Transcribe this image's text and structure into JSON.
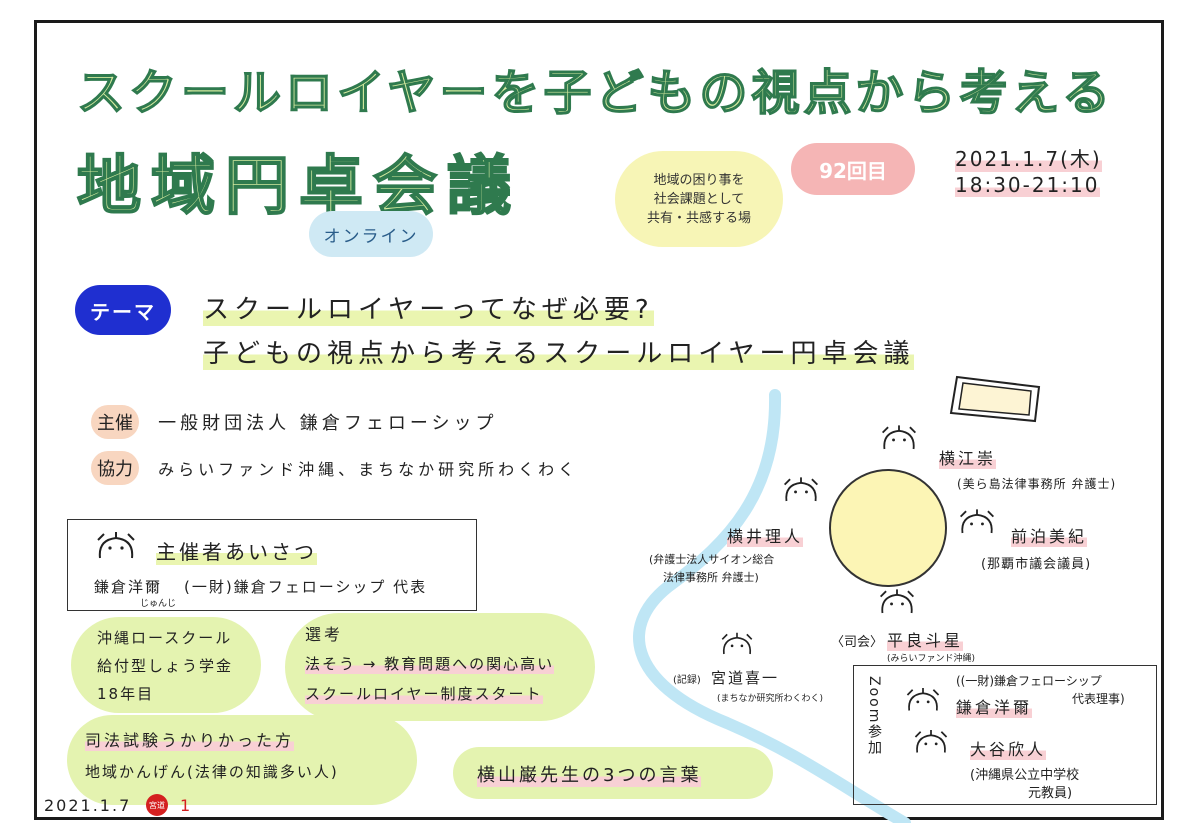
{
  "header": {
    "title_line1": "スクールロイヤーを子どもの視点から考える",
    "title_line2": "地域円卓会議",
    "online_label": "オンライン",
    "note_lines": [
      "地域の困り事を",
      "社会課題として",
      "共有・共感する場"
    ],
    "count_label": "92回目",
    "date": "2021.1.7(木)",
    "time": "18:30-21:10"
  },
  "theme": {
    "badge": "テーマ",
    "line1": "スクールロイヤーってなぜ必要?",
    "line2": "子どもの視点から考えるスクールロイヤー円卓会議"
  },
  "organizers": {
    "host_label": "主催",
    "host": "一般財団法人 鎌倉フェローシップ",
    "coop_label": "協力",
    "coop": "みらいファンド沖縄、まちなか研究所わくわく"
  },
  "greeting": {
    "title": "主催者あいさつ",
    "name": "鎌倉洋爾",
    "ruby": "じゅんじ",
    "role": "(一財)鎌倉フェローシップ 代表"
  },
  "notes": {
    "scholarship_lines": [
      "沖縄ロースクール",
      "給付型しょう学金",
      "18年目"
    ],
    "selection_title": "選考",
    "selection_line1": "法そう → 教育問題への関心高い",
    "selection_line2": "スクールロイヤー制度スタート",
    "exam_line1": "司法試験うかりかった方",
    "exam_line2": "地域かんげん(法律の知識多い人)",
    "yokoyama": "横山巌先生の3つの言葉"
  },
  "roundtable": {
    "participants": [
      {
        "name": "横江崇",
        "affil": "(美ら島法律事務所 弁護士)"
      },
      {
        "name": "前泊美紀",
        "affil": "(那覇市議会議員)"
      },
      {
        "name": "横井理人",
        "affil1": "(弁護士法人サイオン総合",
        "affil2": "法律事務所 弁護士)"
      },
      {
        "name": "平良斗星",
        "role": "〈司会〉",
        "affil": "(みらいファンド沖縄)"
      },
      {
        "name": "宮道喜一",
        "role": "(記録)",
        "affil": "(まちなか研究所わくわく)"
      }
    ]
  },
  "zoom": {
    "label": "Zoom参加",
    "p1_affil1": "((一財)鎌倉フェローシップ",
    "p1_affil2": "代表理事)",
    "p1_name": "鎌倉洋爾",
    "p2_name": "大谷欣人",
    "p2_affil1": "(沖縄県公立中学校",
    "p2_affil2": "元教員)"
  },
  "footer": {
    "date": "2021.1.7",
    "stamp": "宮道",
    "page": "1"
  },
  "colors": {
    "title_fill": "#d6eba0",
    "title_stroke": "#2f7a4e",
    "theme_badge": "#1f2fd0",
    "count_blob": "#f5b5b5",
    "online_blob": "#cfe9f4",
    "note_blob": "#f7f5b6",
    "stamp": "#d42020"
  }
}
